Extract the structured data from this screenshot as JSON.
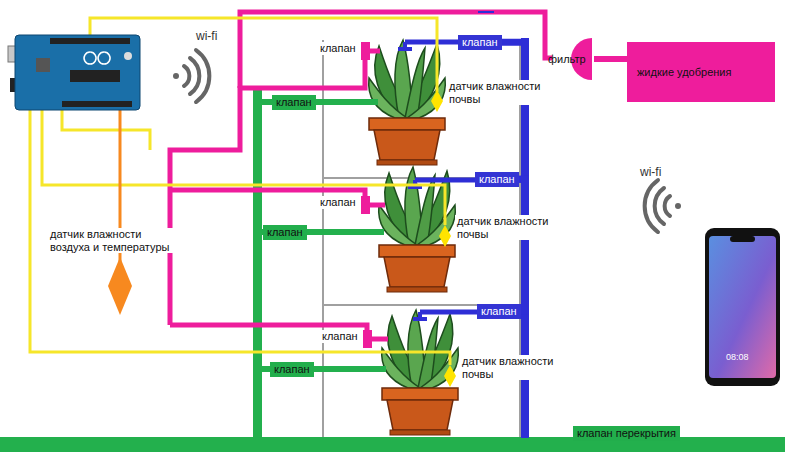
{
  "diagram": {
    "nodes": [
      {
        "text": [
          "клапан"
        ]
      },
      {
        "text": [
          "клапан"
        ]
      },
      {
        "text": [
          "клапан"
        ]
      },
      {
        "text": [
          "датчик влажности почвы"
        ]
      },
      {
        "text": [
          "фильтр"
        ]
      },
      {
        "text": [
          "жидкие удобрения"
        ]
      },
      {
        "text": [
          "клапан"
        ]
      },
      {
        "text": [
          "клапан"
        ]
      },
      {
        "text": [
          "клапан"
        ]
      },
      {
        "text": [
          "датчик влажности почвы"
        ]
      },
      {
        "text": [
          "датчик влажности воздуха и температуры"
        ]
      },
      {
        "text": [
          "клапан"
        ]
      },
      {
        "text": [
          "клапан"
        ]
      },
      {
        "text": [
          "клапан"
        ]
      },
      {
        "text": [
          "датчик влажности почвы"
        ]
      },
      {
        "text": [
          "клапан перекрытия"
        ]
      }
    ],
    "edges": [
      {
        "from": 5,
        "to": 4,
        "arrow": "none"
      },
      {
        "from": 2,
        "to": 6,
        "arrow": "none"
      },
      {
        "from": 6,
        "to": 11,
        "arrow": "none"
      }
    ],
    "labels": [
      "wi-fi",
      "wi-fi",
      "08:08"
    ]
  }
}
